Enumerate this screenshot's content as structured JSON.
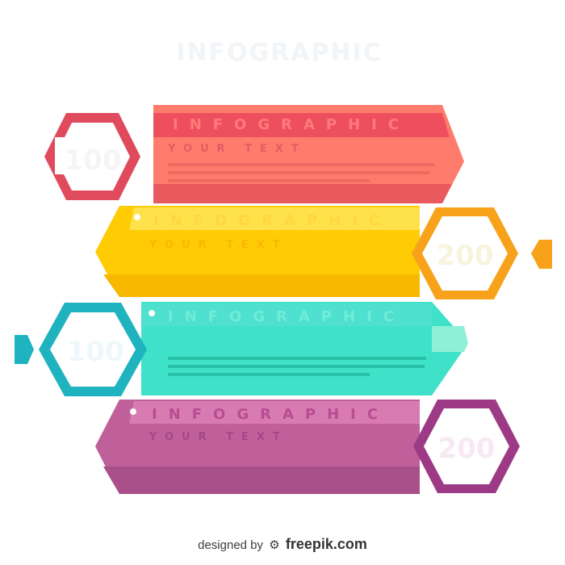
{
  "header": {
    "title": "INFOGRAPHIC"
  },
  "rows": [
    {
      "label": "INFOGRAPHIC",
      "subtitle": "YOUR TEXT",
      "number": "100",
      "colors": {
        "main": "#ff7c6d",
        "top": "#ee4f5f",
        "dark": "#e85a5e",
        "hex": "#e04a5d",
        "accent": "#ff9a8a"
      }
    },
    {
      "label": "INFOGRAPHIC",
      "subtitle": "YOUR TEXT",
      "number": "200",
      "colors": {
        "main": "#ffcb05",
        "top": "#ffe24a",
        "dark": "#f9b800",
        "hex": "#f7a21a",
        "accent": "#ffd84a"
      }
    },
    {
      "label": "INFOGRAPHIC",
      "subtitle": "",
      "number": "100",
      "colors": {
        "main": "#3fe2c8",
        "top": "#4fe0cf",
        "dark": "#2fcdb5",
        "hex": "#1fb3c0",
        "accent": "#8ff0d8"
      }
    },
    {
      "label": "INFOGRAPHIC",
      "subtitle": "YOUR TEXT",
      "number": "200",
      "colors": {
        "main": "#c0609a",
        "top": "#d97bb3",
        "dark": "#a94f8a",
        "hex": "#9d3a86",
        "accent": "#b25597"
      }
    }
  ],
  "footer": {
    "prefix": "designed by",
    "brand": "freepik.com"
  }
}
